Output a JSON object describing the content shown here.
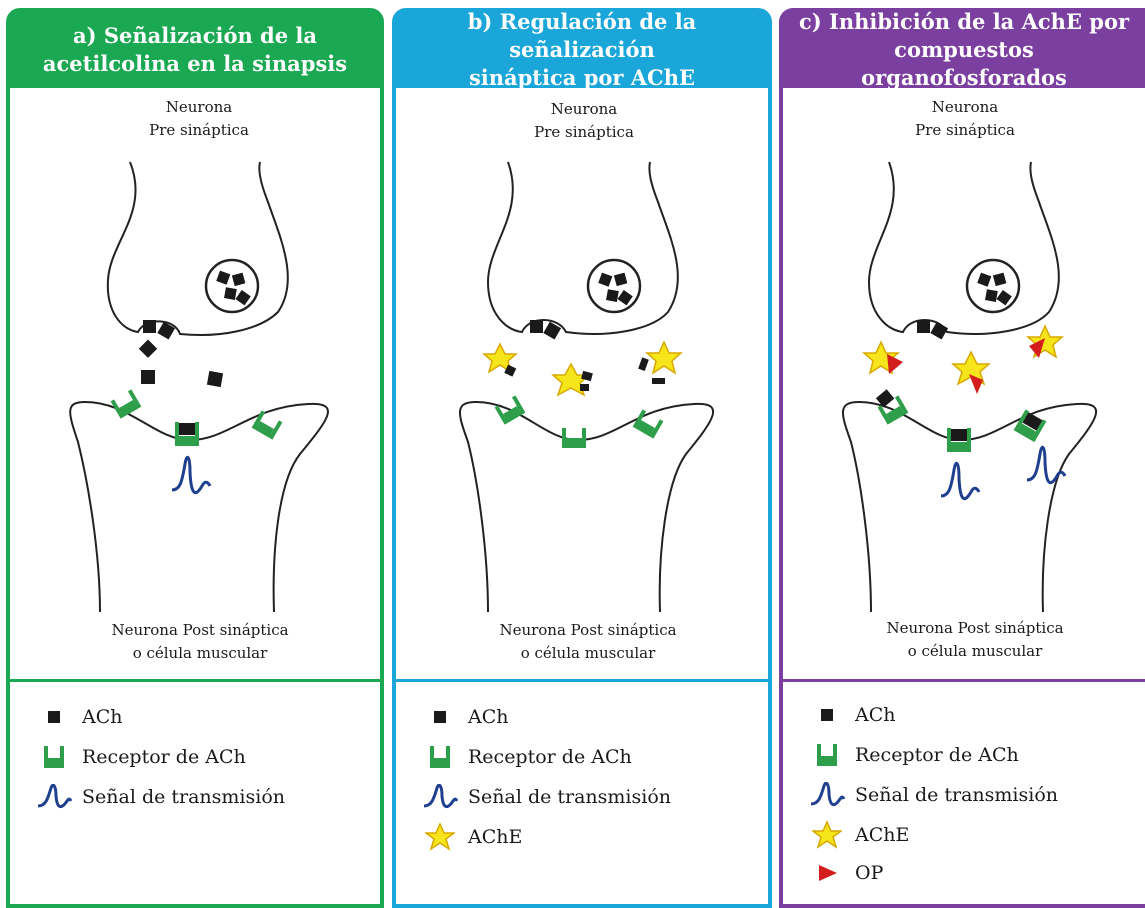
{
  "colors": {
    "panel_a": "#1aa852",
    "panel_b": "#1aa6d9",
    "panel_c": "#7b3fa0",
    "ach": "#1a1a1a",
    "receptor": "#2e9e4a",
    "signal": "#1f3f8f",
    "ache": "#f5e51a",
    "op": "#d41e1e"
  },
  "panels": [
    {
      "id": "a",
      "title": "a) Señalización de la\nacetilcolina en la sinapsis",
      "pre_label": "Neurona\nPre sináptica",
      "post_label": "Neurona Post sináptica\no célula muscular",
      "legend": [
        {
          "icon": "ach-icon",
          "label": "ACh"
        },
        {
          "icon": "receptor-icon",
          "label": "Receptor de ACh"
        },
        {
          "icon": "signal-icon",
          "label": "Señal de transmisión"
        }
      ]
    },
    {
      "id": "b",
      "title": "b) Regulación de la señalización\nsináptica por AChE",
      "pre_label": "Neurona\nPre sináptica",
      "post_label": "Neurona Post sináptica\no célula muscular",
      "legend": [
        {
          "icon": "ach-icon",
          "label": "ACh"
        },
        {
          "icon": "receptor-icon",
          "label": "Receptor de ACh"
        },
        {
          "icon": "signal-icon",
          "label": "Señal de transmisión"
        },
        {
          "icon": "ache-icon",
          "label": "AChE"
        }
      ]
    },
    {
      "id": "c",
      "title": "c) Inhibición de la AchE por\ncompuestos organofosforados",
      "pre_label": "Neurona\nPre sináptica",
      "post_label": "Neurona Post sináptica\no célula muscular",
      "legend": [
        {
          "icon": "ach-icon",
          "label": "ACh"
        },
        {
          "icon": "receptor-icon",
          "label": "Receptor de ACh"
        },
        {
          "icon": "signal-icon",
          "label": "Señal de transmisión"
        },
        {
          "icon": "ache-icon",
          "label": "AChE"
        },
        {
          "icon": "op-icon",
          "label": "OP"
        }
      ]
    }
  ]
}
